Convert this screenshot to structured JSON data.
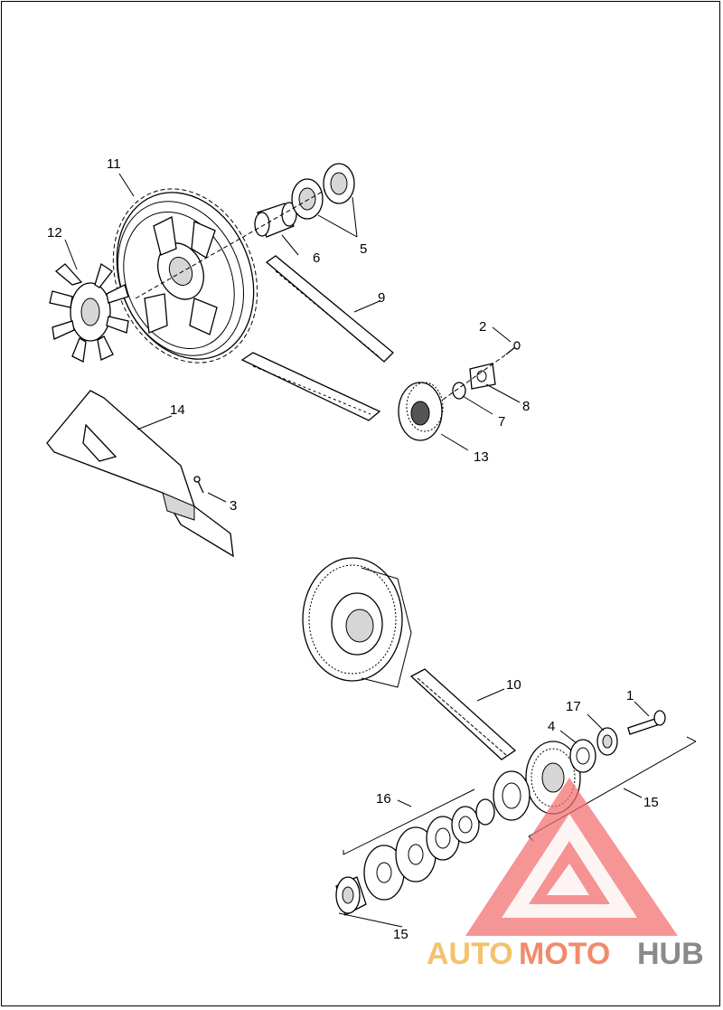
{
  "callouts": [
    "11",
    "12",
    "5",
    "6",
    "9",
    "2",
    "8",
    "7",
    "13",
    "14",
    "3",
    "10",
    "17",
    "1",
    "4",
    "16",
    "15",
    "15"
  ],
  "watermark": {
    "part1": "AUTO",
    "part2": "MOTO",
    "part3": "HUB",
    "colors": [
      "#f3c26a",
      "#f08c6b",
      "#8a8a8a"
    ]
  },
  "footer_text": "",
  "colors": {
    "line": "#000000",
    "background": "#ffffff",
    "logo_triangle": "#f26d6d"
  }
}
